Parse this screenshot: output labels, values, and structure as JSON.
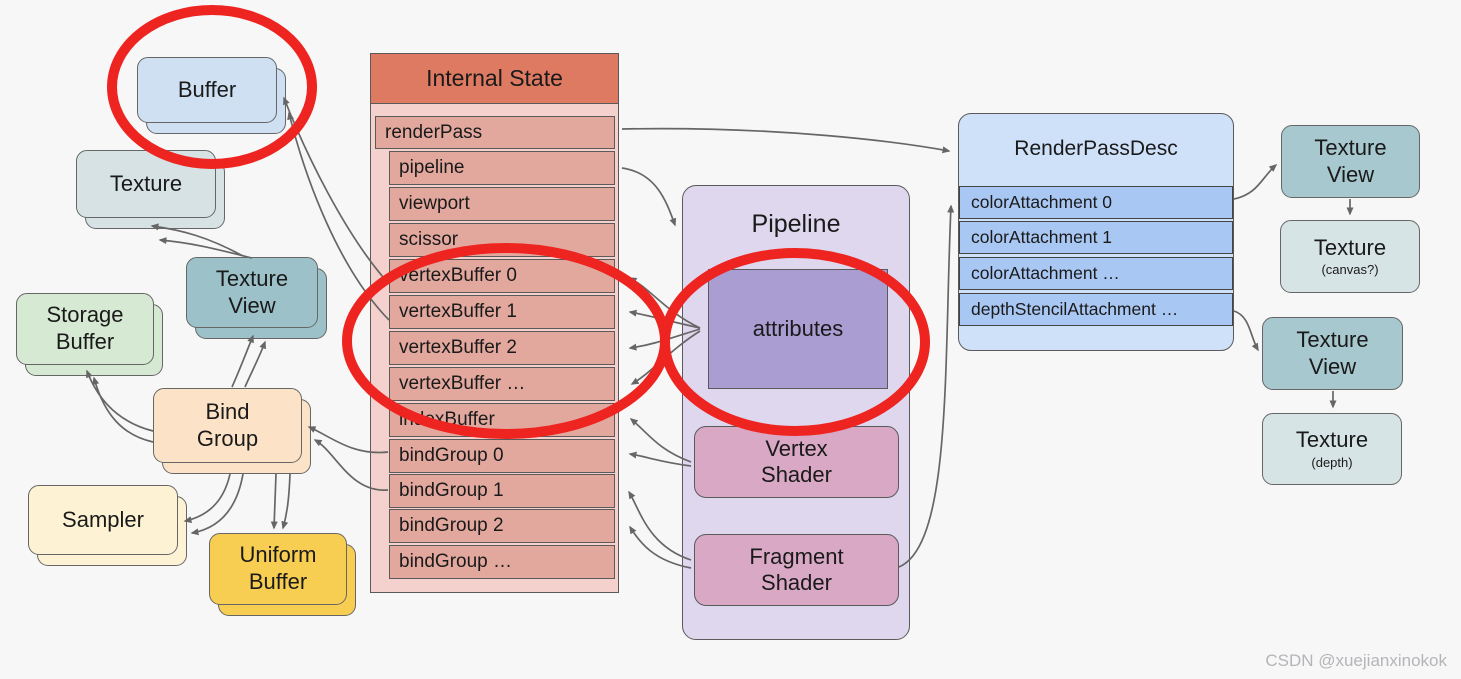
{
  "nodes": {
    "buffer": {
      "label": "Buffer"
    },
    "texture": {
      "label": "Texture"
    },
    "texture_view_left": {
      "line1": "Texture",
      "line2": "View"
    },
    "storage_buffer": {
      "line1": "Storage",
      "line2": "Buffer"
    },
    "bind_group": {
      "line1": "Bind",
      "line2": "Group"
    },
    "sampler": {
      "label": "Sampler"
    },
    "uniform_buffer": {
      "line1": "Uniform",
      "line2": "Buffer"
    }
  },
  "internal_state": {
    "title": "Internal State",
    "rows": [
      "renderPass",
      "pipeline",
      "viewport",
      "scissor",
      "vertexBuffer 0",
      "vertexBuffer 1",
      "vertexBuffer 2",
      "vertexBuffer …",
      "indexBuffer",
      "bindGroup 0",
      "bindGroup 1",
      "bindGroup 2",
      "bindGroup …"
    ]
  },
  "pipeline": {
    "title": "Pipeline",
    "attributes_label": "attributes",
    "vertex_shader": {
      "line1": "Vertex",
      "line2": "Shader"
    },
    "fragment_shader": {
      "line1": "Fragment",
      "line2": "Shader"
    }
  },
  "render_pass_desc": {
    "title": "RenderPassDesc",
    "rows": [
      "colorAttachment 0",
      "colorAttachment 1",
      "colorAttachment …",
      "depthStencilAttachment …"
    ]
  },
  "right_column": {
    "texture_view_top": {
      "line1": "Texture",
      "line2": "View"
    },
    "texture_canvas": {
      "label": "Texture",
      "sub": "(canvas?)"
    },
    "texture_view_bottom": {
      "line1": "Texture",
      "line2": "View"
    },
    "texture_depth": {
      "label": "Texture",
      "sub": "(depth)"
    }
  },
  "colors": {
    "highlight_red": "#ee2420",
    "arrow_gray": "#666666",
    "internal_state_header": "#df7a62",
    "internal_state_row": "#e2a89e",
    "render_pass_row": "#a9c7f3"
  },
  "watermark": "CSDN @xuejianxinokok"
}
